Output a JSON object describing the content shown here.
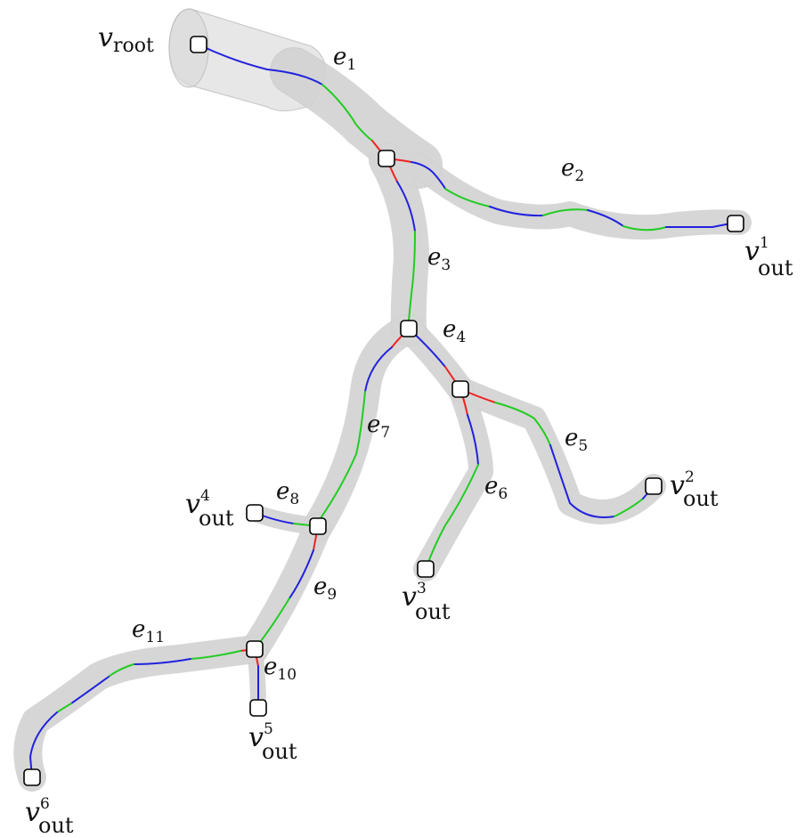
{
  "colors": {
    "segment_a": "#2222dd",
    "segment_b": "#22cc22",
    "segment_c": "#ee2222",
    "vessel_fill": "#d8d8d8",
    "node_fill": "#ffffff",
    "node_stroke": "#000000"
  },
  "vertex_labels": {
    "root": {
      "main": "v",
      "sub": "root",
      "sup": ""
    },
    "out1": {
      "main": "v",
      "sub": "out",
      "sup": "1"
    },
    "out2": {
      "main": "v",
      "sub": "out",
      "sup": "2"
    },
    "out3": {
      "main": "v",
      "sub": "out",
      "sup": "3"
    },
    "out4": {
      "main": "v",
      "sub": "out",
      "sup": "4"
    },
    "out5": {
      "main": "v",
      "sub": "out",
      "sup": "5"
    },
    "out6": {
      "main": "v",
      "sub": "out",
      "sup": "6"
    }
  },
  "edge_labels": {
    "e1": {
      "main": "e",
      "sub": "1"
    },
    "e2": {
      "main": "e",
      "sub": "2"
    },
    "e3": {
      "main": "e",
      "sub": "3"
    },
    "e4": {
      "main": "e",
      "sub": "4"
    },
    "e5": {
      "main": "e",
      "sub": "5"
    },
    "e6": {
      "main": "e",
      "sub": "6"
    },
    "e7": {
      "main": "e",
      "sub": "7"
    },
    "e8": {
      "main": "e",
      "sub": "8"
    },
    "e9": {
      "main": "e",
      "sub": "9"
    },
    "e10": {
      "main": "e",
      "sub": "10"
    },
    "e11": {
      "main": "e",
      "sub": "11"
    }
  }
}
